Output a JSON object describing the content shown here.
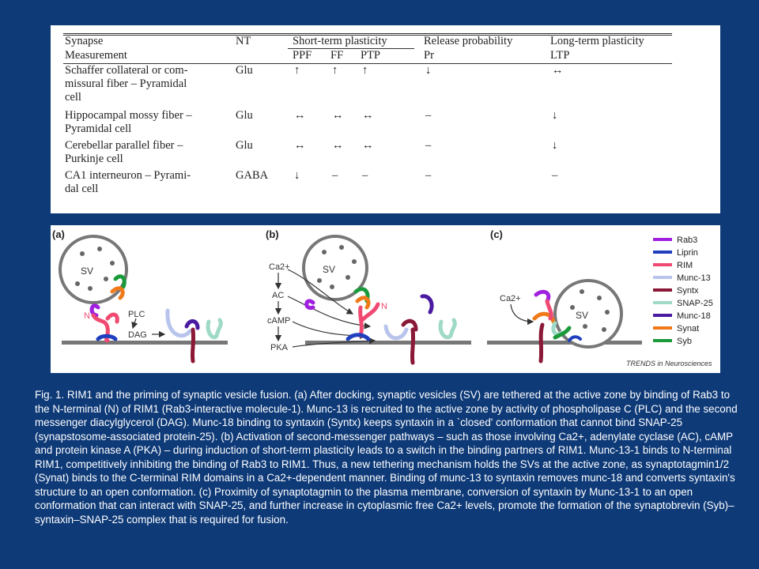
{
  "table": {
    "header1": {
      "synapse": "Synapse",
      "nt": "NT",
      "stp": "Short-term plasticity",
      "rp": "Release probability",
      "ltp": "Long-term plasticity"
    },
    "header2": {
      "measurement": "Measurement",
      "ppf": "PPF",
      "ff": "FF",
      "ptp": "PTP",
      "pr": "Pr",
      "ltp": "LTP"
    },
    "rows": [
      {
        "synapse": [
          "Schaffer collateral or com-",
          "missural fiber – Pyramidal",
          "cell"
        ],
        "nt": "Glu",
        "ppf": "↑",
        "ff": "↑",
        "ptp": "↑",
        "pr": "↓",
        "ltp": "↔"
      },
      {
        "synapse": [
          "Hippocampal mossy fiber –",
          "Pyramidal cell"
        ],
        "nt": "Glu",
        "ppf": "↔",
        "ff": "↔",
        "ptp": "↔",
        "pr": "–",
        "ltp": "↓"
      },
      {
        "synapse": [
          "Cerebellar parallel fiber –",
          "Purkinje cell"
        ],
        "nt": "Glu",
        "ppf": "↔",
        "ff": "↔",
        "ptp": "↔",
        "pr": "–",
        "ltp": "↓"
      },
      {
        "synapse": [
          "CA1 interneuron – Pyrami-",
          "dal cell"
        ],
        "nt": "GABA",
        "ppf": "↓",
        "ff": "–",
        "ptp": "–",
        "pr": "–",
        "ltp": "–"
      }
    ]
  },
  "figure": {
    "panel_labels": [
      "(a)",
      "(b)",
      "(c)"
    ],
    "labels": {
      "sv": "SV",
      "plc": "PLC",
      "dag": "DAG",
      "n": "N",
      "ca": "Ca2+",
      "ac": "AC",
      "camp": "cAMP",
      "pka": "PKA"
    },
    "credit": "TRENDS in Neurosciences",
    "legend": [
      {
        "label": "Rab3",
        "color": "#a020e0"
      },
      {
        "label": "Liprin",
        "color": "#1f3fbf"
      },
      {
        "label": "RIM",
        "color": "#f04a72"
      },
      {
        "label": "Munc-13",
        "color": "#b8c4ec"
      },
      {
        "label": "Syntx",
        "color": "#8a1836"
      },
      {
        "label": "SNAP-25",
        "color": "#9fd9c7"
      },
      {
        "label": "Munc-18",
        "color": "#4a1aa0"
      },
      {
        "label": "Synat",
        "color": "#f07a1a"
      },
      {
        "label": "Syb",
        "color": "#1a9a3a"
      }
    ]
  },
  "caption": "Fig. 1. RIM1 and the priming of synaptic vesicle fusion. (a) After docking, synaptic vesicles (SV) are tethered at the active zone by binding of Rab3 to the N-terminal (N) of RIM1 (Rab3-interactive molecule-1). Munc-13 is recruited to the active zone by activity of phospholipase C (PLC) and the second messenger diacylglycerol (DAG). Munc-18 binding to syntaxin (Syntx) keeps syntaxin in a `closed' conformation that cannot bind SNAP-25 (synapstosome-associated protein-25). (b) Activation of second-messenger pathways – such as those involving Ca2+, adenylate cyclase (AC), cAMP and protein kinase A (PKA) – during induction of short-term plasticity leads to a switch in the binding partners of RIM1.  Munc-13-1 binds to N-terminal RIM1, competitively inhibiting the binding of Rab3 to RIM1. Thus, a new tethering mechanism holds the SVs at the active zone, as synaptotagmin1/2 (Synat) binds to the C-terminal RIM domains in a Ca2+-dependent manner. Binding of munc-13 to syntaxin removes munc-18 and converts syntaxin's structure to an open conformation. (c) Proximity of synaptotagmin to the plasma membrane, conversion of syntaxin by Munc-13-1 to an open conformation that can interact with SNAP-25, and further increase in cytoplasmic free Ca2+ levels, promote the formation of the synaptobrevin (Syb)–syntaxin–SNAP-25 complex that is required for fusion."
}
